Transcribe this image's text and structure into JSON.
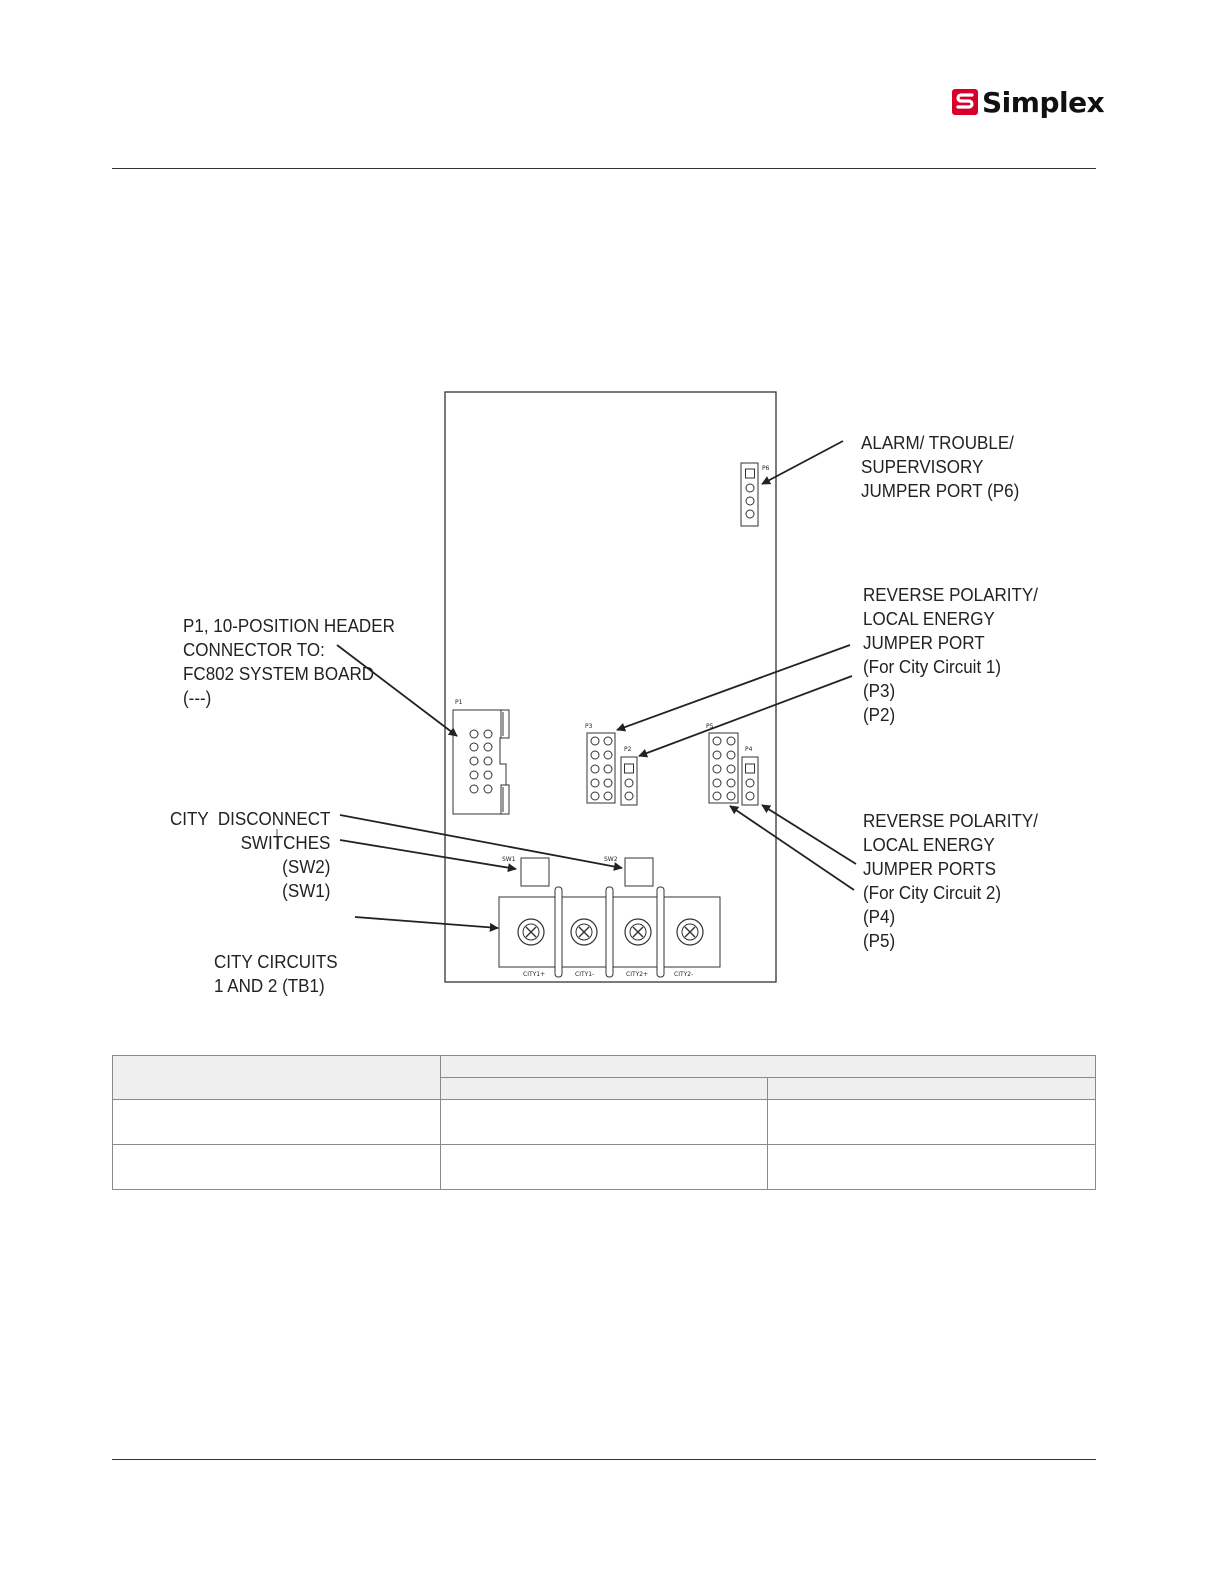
{
  "brand": {
    "name": "Simplex",
    "accent_color": "#d6002a"
  },
  "labels": {
    "p6": [
      "ALARM/ TROUBLE/",
      "SUPERVISORY",
      "JUMPER PORT (P6)"
    ],
    "p1": [
      "P1, 10-POSITION HEADER",
      "CONNECTOR TO:",
      "FC802 SYSTEM BOARD",
      "(---)"
    ],
    "p3p2": [
      "REVERSE POLARITY/",
      "LOCAL ENERGY",
      "JUMPER PORT",
      "(For City Circuit 1)",
      "(P3)",
      "(P2)"
    ],
    "switches": [
      "CITY  DISCONNECT",
      "SWITCHES",
      "(SW2)",
      "(SW1)"
    ],
    "p4p5": [
      "REVERSE POLARITY/",
      "LOCAL ENERGY",
      "JUMPER PORTS",
      "(For City Circuit 2)",
      "(P4)",
      "(P5)"
    ],
    "tb1": [
      "CITY CIRCUITS",
      "1 AND 2 (TB1)"
    ]
  },
  "board": {
    "p6": "P6",
    "p1": "P1",
    "p3": "P3",
    "p2": "P2",
    "p5": "P5",
    "p4": "P4",
    "sw1": "SW1",
    "sw2": "SW2",
    "terminals": [
      "CITY1+",
      "CITY1-",
      "CITY2+",
      "CITY2-"
    ]
  }
}
